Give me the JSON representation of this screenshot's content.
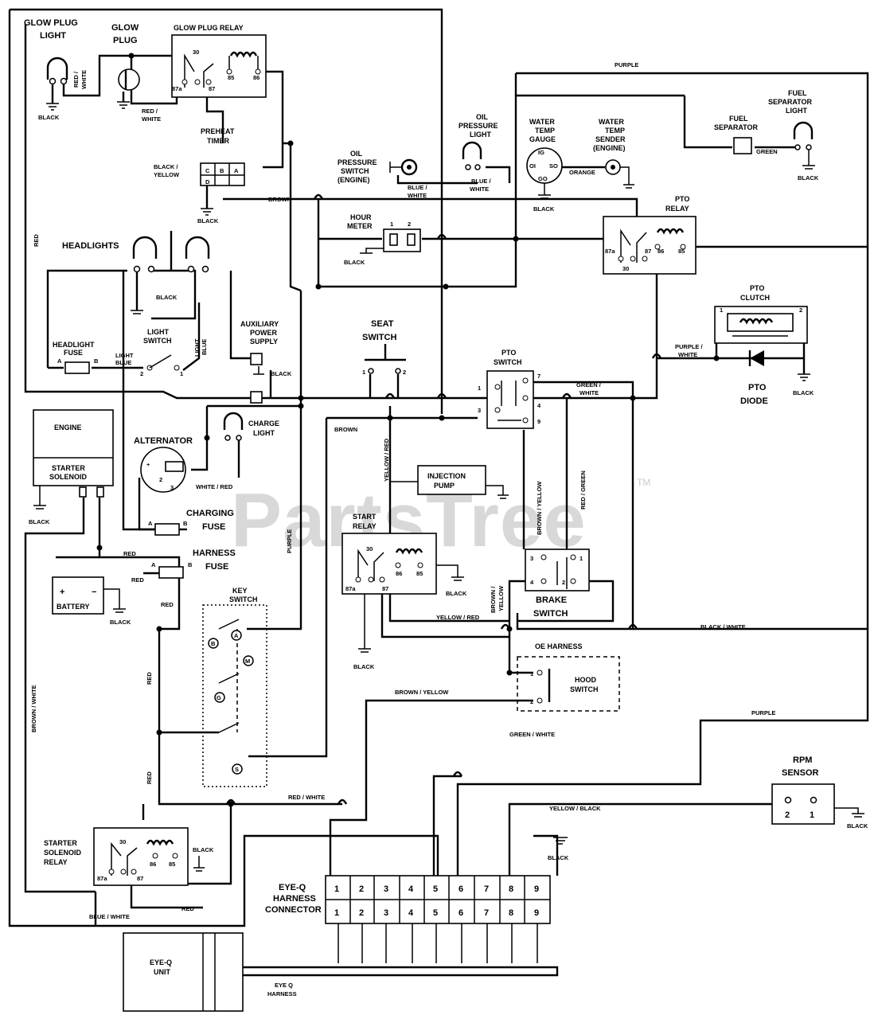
{
  "watermark": "PartsTree",
  "watermark_tm": "TM",
  "components": {
    "glow_plug_light": [
      "GLOW PLUG",
      "LIGHT"
    ],
    "glow_plug": [
      "GLOW",
      "PLUG"
    ],
    "glow_plug_relay": "GLOW PLUG RELAY",
    "preheat_timer": [
      "PREHEAT",
      "TIMER"
    ],
    "headlights": "HEADLIGHTS",
    "headlight_fuse": [
      "HEADLIGHT",
      "FUSE"
    ],
    "light_switch": [
      "LIGHT",
      "SWITCH"
    ],
    "aux_power": [
      "AUXILIARY",
      "POWER",
      "SUPPLY"
    ],
    "engine": "ENGINE",
    "starter_solenoid": [
      "STARTER",
      "SOLENOID"
    ],
    "alternator": "ALTERNATOR",
    "charge_light": [
      "CHARGE",
      "LIGHT"
    ],
    "charging_fuse": [
      "CHARGING",
      "FUSE"
    ],
    "harness_fuse": [
      "HARNESS",
      "FUSE"
    ],
    "battery": "BATTERY",
    "key_switch": [
      "KEY",
      "SWITCH"
    ],
    "starter_solenoid_relay": [
      "STARTER",
      "SOLENOID",
      "RELAY"
    ],
    "oil_pressure_switch": [
      "OIL",
      "PRESSURE",
      "SWITCH",
      "(ENGINE)"
    ],
    "oil_pressure_light": [
      "OIL",
      "PRESSURE",
      "LIGHT"
    ],
    "water_temp_gauge": [
      "WATER",
      "TEMP",
      "GAUGE"
    ],
    "water_temp_sender": [
      "WATER",
      "TEMP",
      "SENDER",
      "(ENGINE)"
    ],
    "fuel_separator": [
      "FUEL",
      "SEPARATOR"
    ],
    "fuel_separator_light": [
      "FUEL",
      "SEPARATOR",
      "LIGHT"
    ],
    "hour_meter": [
      "HOUR",
      "METER"
    ],
    "pto_relay": [
      "PTO",
      "RELAY"
    ],
    "pto_clutch": [
      "PTO",
      "CLUTCH"
    ],
    "pto_diode": [
      "PTO",
      "DIODE"
    ],
    "seat_switch": [
      "SEAT",
      "SWITCH"
    ],
    "pto_switch": [
      "PTO",
      "SWITCH"
    ],
    "injection_pump": [
      "INJECTION",
      "PUMP"
    ],
    "start_relay": [
      "START",
      "RELAY"
    ],
    "brake_switch": [
      "BRAKE",
      "SWITCH"
    ],
    "oe_harness": "OE HARNESS",
    "hood_switch": [
      "HOOD",
      "SWITCH"
    ],
    "rpm_sensor": [
      "RPM",
      "SENSOR"
    ],
    "eye_q_connector": [
      "EYE-Q",
      "HARNESS",
      "CONNECTOR"
    ],
    "eye_q_unit": [
      "EYE-Q",
      "UNIT"
    ],
    "eye_q_harness": [
      "EYE Q",
      "HARNESS"
    ]
  },
  "wires": {
    "red_white": [
      "RED /",
      "WHITE"
    ],
    "black": "BLACK",
    "black_yellow": [
      "BLACK /",
      "YELLOW"
    ],
    "brown": "BROWN",
    "red": "RED",
    "light_blue": [
      "LIGHT",
      "BLUE"
    ],
    "purple": "PURPLE",
    "blue_white": [
      "BLUE /",
      "WHITE"
    ],
    "orange": "ORANGE",
    "green": "GREEN",
    "purple_white": [
      "PURPLE /",
      "WHITE"
    ],
    "green_white": [
      "GREEN /",
      "WHITE"
    ],
    "yellow_red_v": "YELLOW / RED",
    "brown_yellow_v": "BROWN / YELLOW",
    "red_green_v": "RED / GREEN",
    "white_red": "WHITE / RED",
    "yellow_red": "YELLOW / RED",
    "brown_yellow_2": [
      "BROWN /",
      "YELLOW"
    ],
    "black_white": "BLACK / WHITE",
    "brown_yellow": "BROWN / YELLOW",
    "green_white_h": "GREEN / WHITE",
    "yellow_black": "YELLOW / BLACK",
    "red_white_h": "RED / WHITE",
    "brown_white_v": "BROWN / WHITE",
    "blue_white_h": "BLUE / WHITE"
  },
  "pins": {
    "relay": [
      "30",
      "87a",
      "87",
      "85",
      "86"
    ],
    "preheat": [
      "C",
      "B",
      "A",
      "D"
    ],
    "ab": [
      "A",
      "B"
    ],
    "twelve": [
      "1",
      "2"
    ],
    "pto_sw": [
      "1",
      "3",
      "7",
      "4",
      "9"
    ],
    "brake": [
      "3",
      "4",
      "1",
      "2"
    ],
    "alt": [
      "+",
      "2",
      "3"
    ],
    "batt": [
      "+",
      "−"
    ],
    "gauge": [
      "IG",
      "OI",
      "GO",
      "SO"
    ],
    "key": [
      "B",
      "A",
      "M",
      "G",
      "S"
    ],
    "connector": [
      "1",
      "2",
      "3",
      "4",
      "5",
      "6",
      "7",
      "8",
      "9"
    ]
  }
}
